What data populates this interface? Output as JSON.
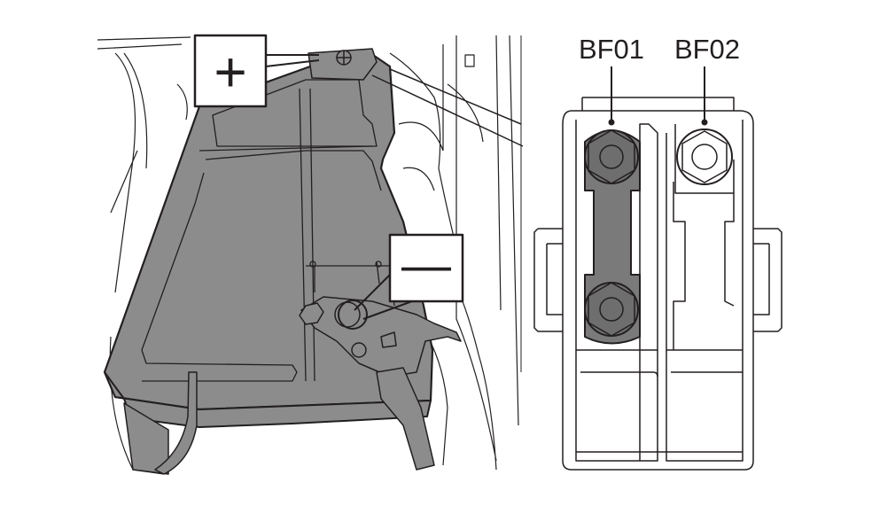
{
  "callouts": {
    "positive_symbol": "+",
    "negative_symbol": "—"
  },
  "fuses": [
    {
      "label": "BF01",
      "state": "connected"
    },
    {
      "label": "BF02",
      "state": "open"
    }
  ],
  "colors": {
    "line": "#231f20",
    "battery_fill": "#8c8c8c",
    "link_fill": "#7a7a7a",
    "nut_fill": "#6e6e6e"
  }
}
